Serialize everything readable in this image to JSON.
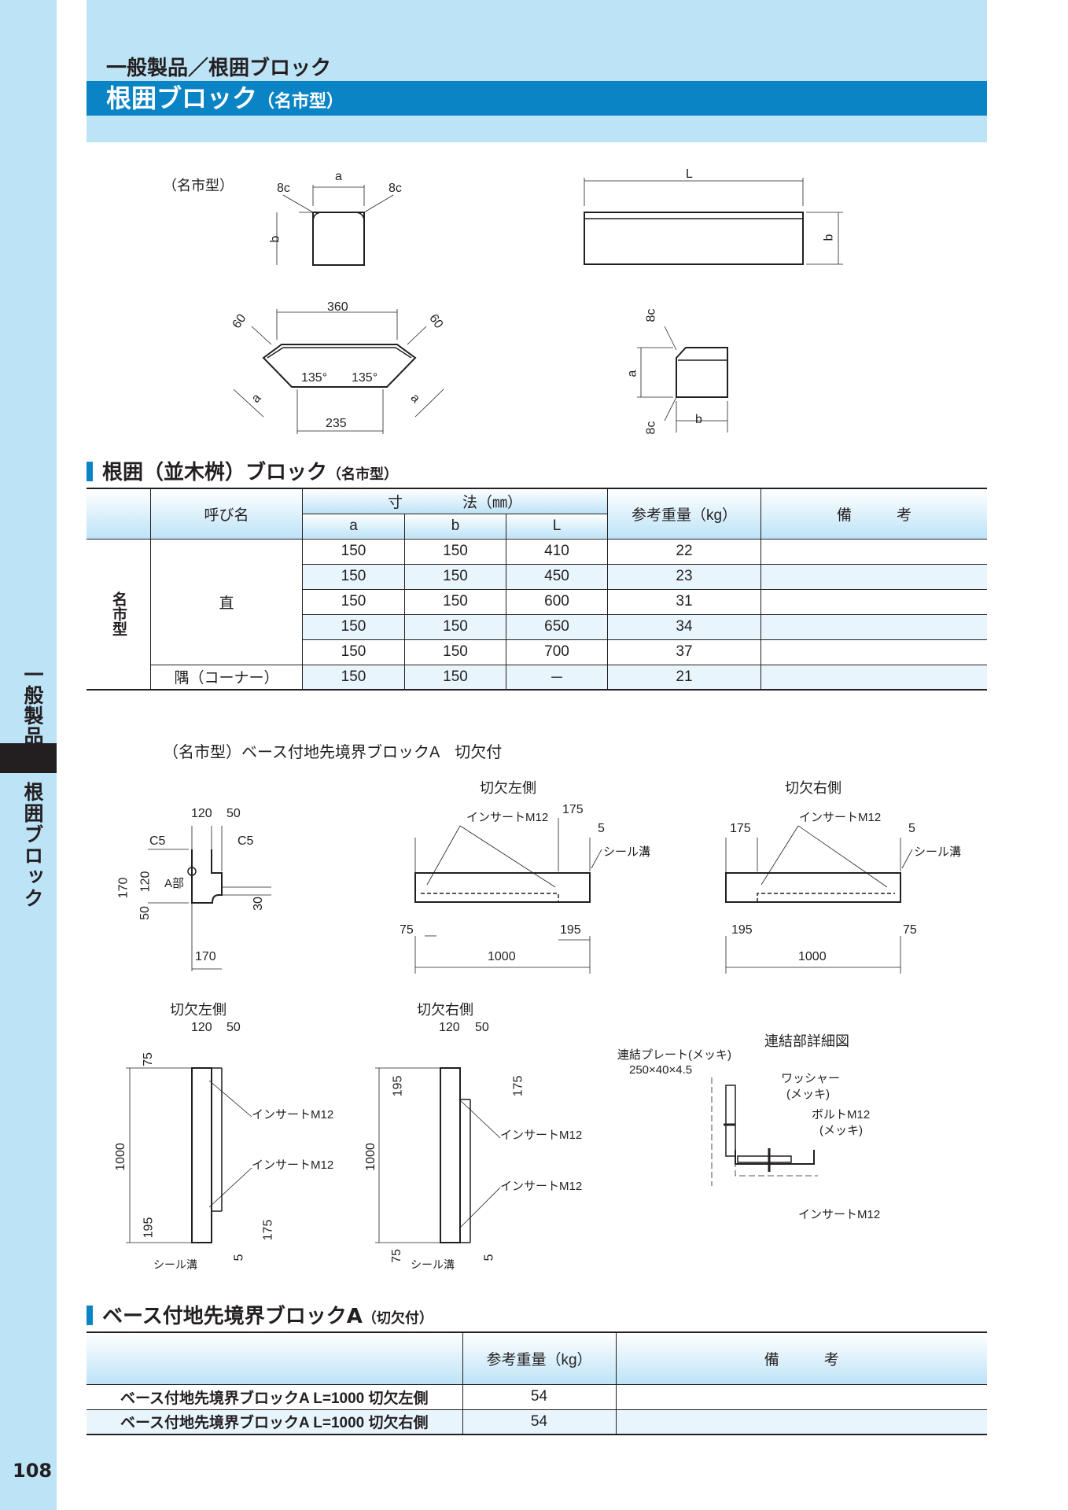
{
  "sidebar": {
    "category": "一般製品",
    "subcategory": "根囲ブロック",
    "page_number": "108"
  },
  "header": {
    "breadcrumb": "一般製品／根囲ブロック",
    "title": "根囲ブロック",
    "title_note": "（名市型）"
  },
  "diagram1": {
    "caption": "（名市型）",
    "labels": [
      "a",
      "8c",
      "8c",
      "b",
      "L",
      "b",
      "360",
      "60",
      "60",
      "135°",
      "135°",
      "a",
      "a",
      "235",
      "8c",
      "a",
      "8c",
      "b"
    ]
  },
  "section1": {
    "title": "根囲（並木桝）ブロック",
    "note": "（名市型）"
  },
  "table1": {
    "headers": {
      "name": "呼び名",
      "dims": "寸　　　　法（㎜）",
      "a": "a",
      "b": "b",
      "L": "L",
      "weight": "参考重量（kg）",
      "remarks": "備　　　考"
    },
    "group": "名市型",
    "straight": "直",
    "rows": [
      {
        "a": "150",
        "b": "150",
        "L": "410",
        "w": "22"
      },
      {
        "a": "150",
        "b": "150",
        "L": "450",
        "w": "23"
      },
      {
        "a": "150",
        "b": "150",
        "L": "600",
        "w": "31"
      },
      {
        "a": "150",
        "b": "150",
        "L": "650",
        "w": "34"
      },
      {
        "a": "150",
        "b": "150",
        "L": "700",
        "w": "37"
      }
    ],
    "corner": {
      "name": "隅（コーナー）",
      "a": "150",
      "b": "150",
      "L": "－",
      "w": "21"
    }
  },
  "diagram2": {
    "caption": "（名市型）ベース付地先境界ブロックA　切欠付",
    "left_title": "切欠左側",
    "right_title": "切欠右側",
    "left_title2": "切欠左側",
    "right_title2": "切欠右側",
    "detail_title": "連結部詳細図",
    "insert": "インサートM12",
    "seal": "シール溝",
    "plate": "連結プレート(メッキ)",
    "plate_size": "250×40×4.5",
    "washer": "ワッシャー",
    "bolt": "ボルトM12",
    "plated": "(メッキ)",
    "apart": "A部",
    "c5": "C5",
    "dims": [
      "120",
      "50",
      "170",
      "120",
      "50",
      "30",
      "170",
      "175",
      "5",
      "75",
      "195",
      "1000",
      "175",
      "5",
      "195",
      "75",
      "1000",
      "120",
      "50",
      "75",
      "1000",
      "195",
      "175",
      "5",
      "120",
      "50",
      "195",
      "175",
      "1000",
      "75",
      "5"
    ]
  },
  "section2": {
    "title": "ベース付地先境界ブロックA",
    "note": "（切欠付）"
  },
  "table2": {
    "headers": {
      "weight": "参考重量（kg）",
      "remarks": "備　　　考"
    },
    "rows": [
      {
        "name": "ベース付地先境界ブロックA L=1000 切欠左側",
        "w": "54"
      },
      {
        "name": "ベース付地先境界ブロックA L=1000 切欠右側",
        "w": "54"
      }
    ]
  }
}
